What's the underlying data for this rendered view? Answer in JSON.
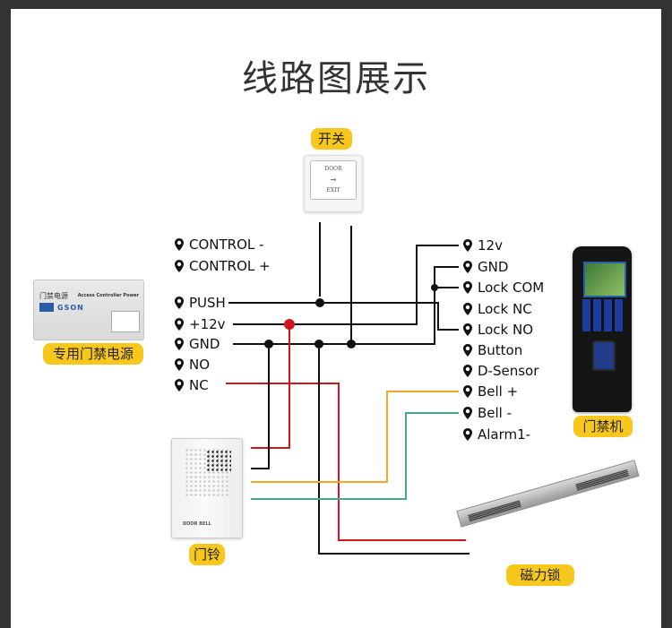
{
  "title": "线路图展示",
  "components": {
    "exit_button": {
      "tag": "开关",
      "face_top": "DOOR",
      "face_bottom": "EXIT"
    },
    "power_supply": {
      "tag": "专用门禁电源",
      "brand_cn": "门禁电源",
      "brand": "GSON",
      "model": "Access Controller Power"
    },
    "door_bell": {
      "tag": "门铃",
      "label": "DOOR BELL"
    },
    "access_controller": {
      "tag": "门禁机"
    },
    "magnetic_lock": {
      "tag": "磁力锁"
    }
  },
  "power_terminals": [
    {
      "label": "CONTROL -"
    },
    {
      "label": "CONTROL +"
    },
    {
      "label": "PUSH"
    },
    {
      "label": "+12v"
    },
    {
      "label": "GND"
    },
    {
      "label": "NO"
    },
    {
      "label": "NC"
    }
  ],
  "controller_terminals": [
    {
      "label": "12v"
    },
    {
      "label": "GND"
    },
    {
      "label": "Lock COM"
    },
    {
      "label": "Lock NC"
    },
    {
      "label": "Lock NO"
    },
    {
      "label": "Button"
    },
    {
      "label": "D-Sensor"
    },
    {
      "label": "Bell +"
    },
    {
      "label": "Bell -"
    },
    {
      "label": "Alarm1-"
    }
  ],
  "colors": {
    "tag_bg": "#f7c81b",
    "wire_black": "#111111",
    "wire_red": "#d0171d",
    "wire_orange": "#f5a623",
    "wire_green": "#4aa58d",
    "frame": "#333333"
  }
}
